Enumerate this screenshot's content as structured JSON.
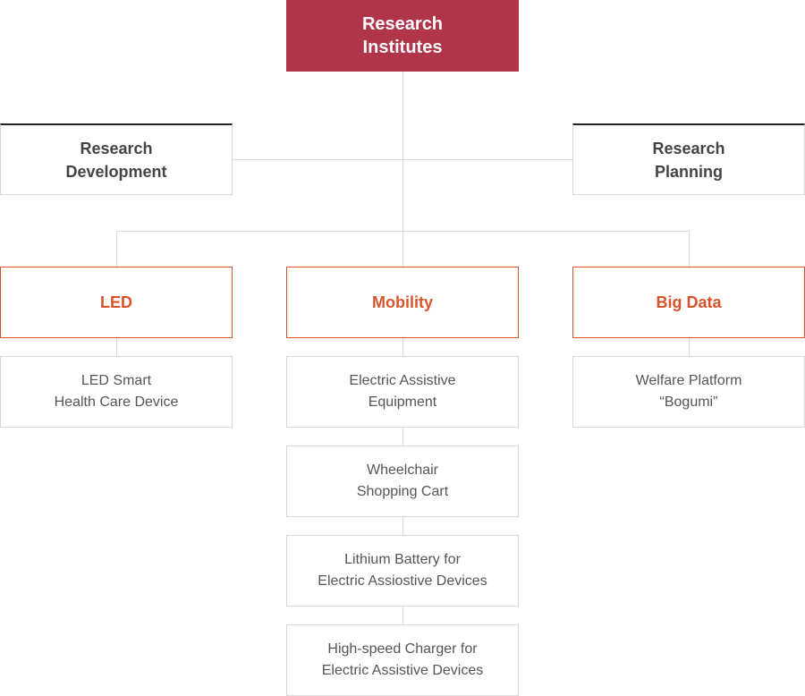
{
  "colors": {
    "top_fill": "#b0344a",
    "dept_accent": "#d9532c",
    "connector": "#dcdcdc",
    "mid_top_border": "#222222"
  },
  "root": {
    "label": "Research\nInstitutes"
  },
  "support": {
    "left": {
      "label": "Research\nDevelopment"
    },
    "right": {
      "label": "Research\nPlanning"
    }
  },
  "departments": [
    {
      "label": "LED",
      "items": [
        "LED Smart\nHealth Care Device"
      ]
    },
    {
      "label": "Mobility",
      "items": [
        "Electric Assistive\nEquipment",
        "Wheelchair\nShopping Cart",
        "Lithium Battery for\nElectric Assiostive Devices",
        "High-speed Charger for\nElectric Assistive Devices"
      ]
    },
    {
      "label": "Big Data",
      "items": [
        "Welfare Platform\n“Bogumi”"
      ]
    }
  ]
}
